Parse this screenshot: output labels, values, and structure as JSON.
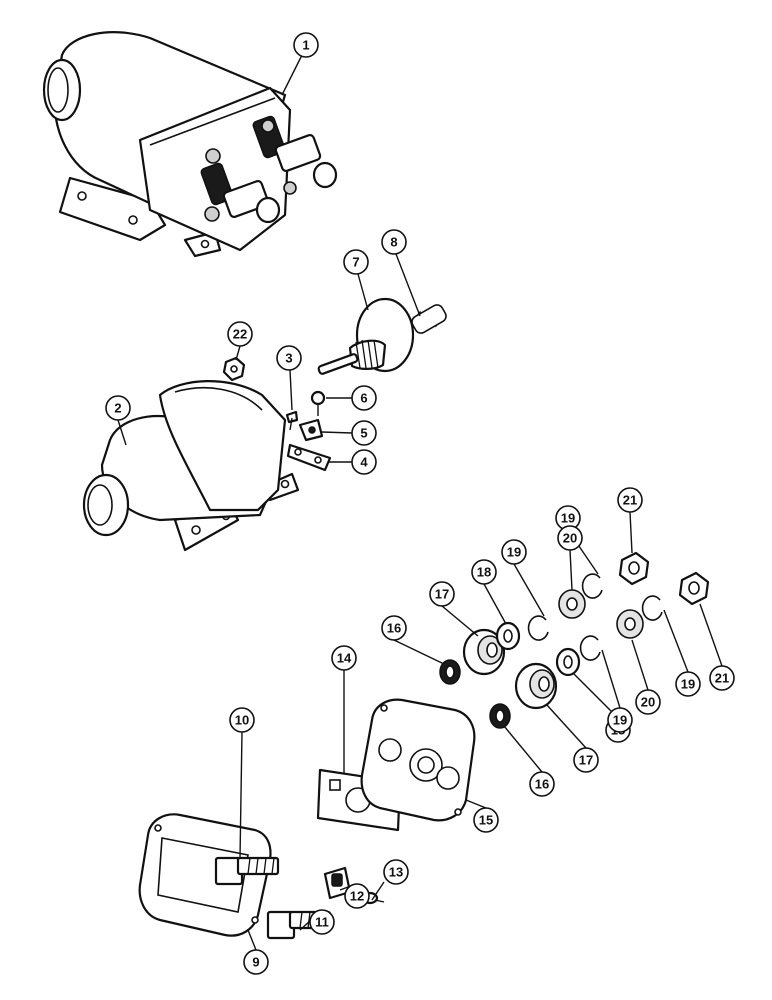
{
  "callouts": [
    {
      "id": "c1",
      "label": "1"
    },
    {
      "id": "c2",
      "label": "2"
    },
    {
      "id": "c3",
      "label": "3"
    },
    {
      "id": "c4",
      "label": "4"
    },
    {
      "id": "c5",
      "label": "5"
    },
    {
      "id": "c6",
      "label": "6"
    },
    {
      "id": "c7",
      "label": "7"
    },
    {
      "id": "c8",
      "label": "8"
    },
    {
      "id": "c9",
      "label": "9"
    },
    {
      "id": "c10",
      "label": "10"
    },
    {
      "id": "c11",
      "label": "11"
    },
    {
      "id": "c12",
      "label": "12"
    },
    {
      "id": "c13",
      "label": "13"
    },
    {
      "id": "c14",
      "label": "14"
    },
    {
      "id": "c15",
      "label": "15"
    },
    {
      "id": "c16a",
      "label": "16"
    },
    {
      "id": "c16b",
      "label": "16"
    },
    {
      "id": "c17a",
      "label": "17"
    },
    {
      "id": "c17b",
      "label": "17"
    },
    {
      "id": "c18a",
      "label": "18"
    },
    {
      "id": "c18b",
      "label": "18"
    },
    {
      "id": "c19a",
      "label": "19"
    },
    {
      "id": "c19b",
      "label": "19"
    },
    {
      "id": "c19c",
      "label": "19"
    },
    {
      "id": "c19d",
      "label": "19"
    },
    {
      "id": "c20a",
      "label": "20"
    },
    {
      "id": "c20b",
      "label": "20"
    },
    {
      "id": "c21a",
      "label": "21"
    },
    {
      "id": "c21b",
      "label": "21"
    },
    {
      "id": "c22",
      "label": "22"
    }
  ]
}
